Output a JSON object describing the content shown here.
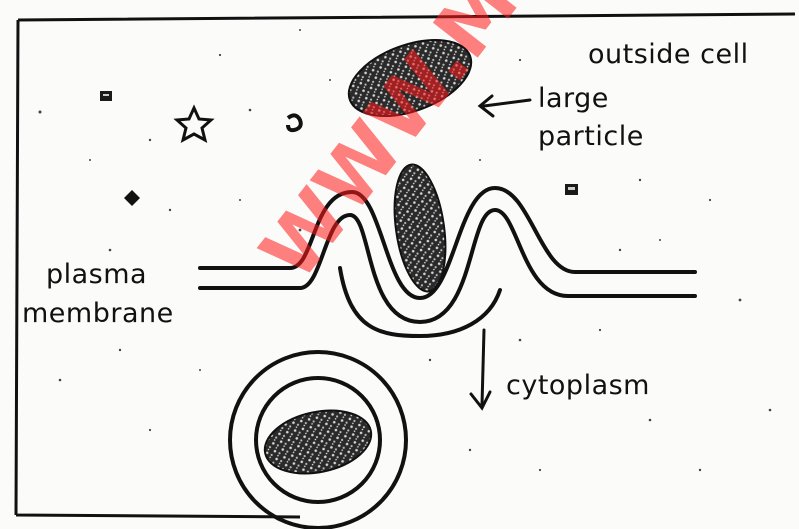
{
  "labels": {
    "outside_cell": "outside cell",
    "large_particle_1": "large",
    "large_particle_2": "particle",
    "plasma_membrane_1": "plasma",
    "plasma_membrane_2": "membrane",
    "cytoplasm": "cytoplasm"
  },
  "watermark": "WWW.M",
  "colors": {
    "ink": "#111111",
    "paper": "#fbfbfa",
    "watermark": "#ff1a1a"
  }
}
